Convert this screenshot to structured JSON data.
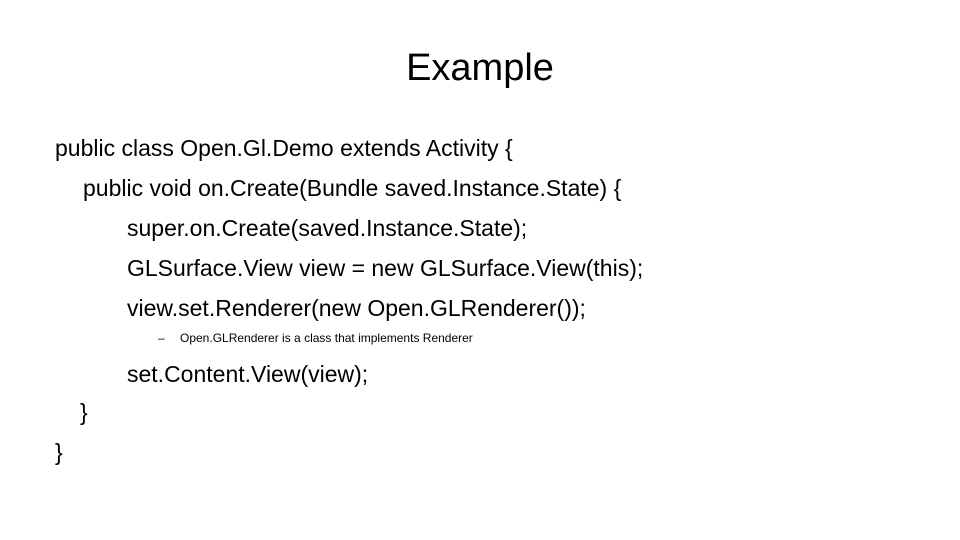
{
  "slide": {
    "title": "Example",
    "code_lines": {
      "line1": "public class Open.Gl.Demo extends Activity {",
      "line2": "public void on.Create(Bundle saved.Instance.State) {",
      "line3": "super.on.Create(saved.Instance.State);",
      "line4": "GLSurface.View view = new GLSurface.View(this);",
      "line5": "view.set.Renderer(new Open.GLRenderer());",
      "line7": "set.Content.View(view);",
      "line8": "}",
      "line9": "}"
    },
    "sub_bullet": {
      "marker": "–",
      "text": "Open.GLRenderer is a class that implements Renderer"
    }
  }
}
